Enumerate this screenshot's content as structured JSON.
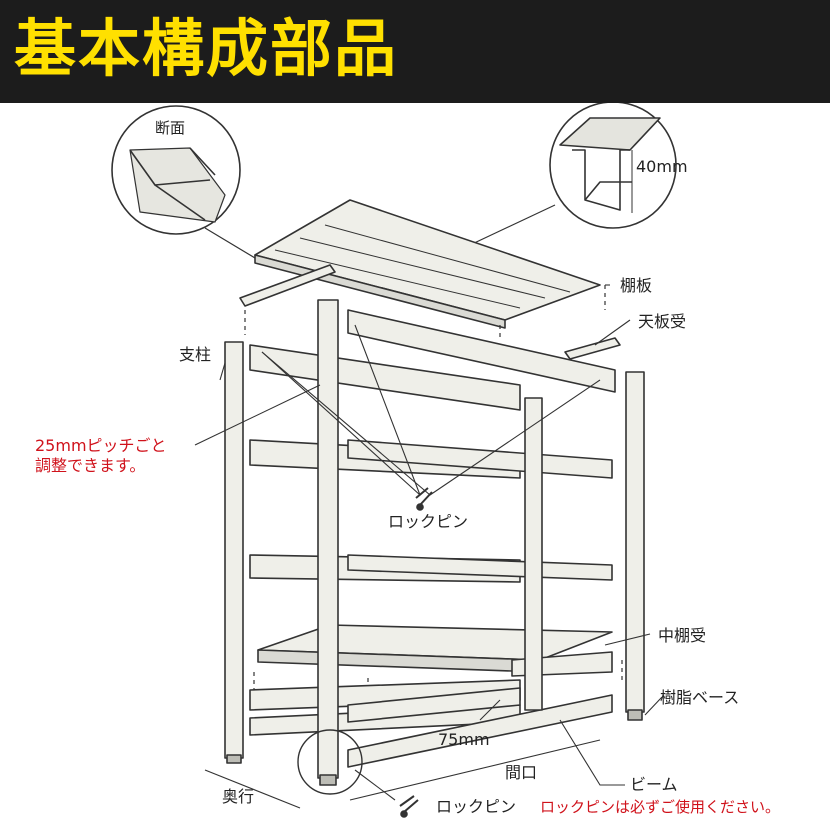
{
  "title": "基本構成部品",
  "labels": {
    "section": "断面",
    "height40": "40mm",
    "shelf_board": "棚板",
    "top_bracket": "天板受",
    "post": "支柱",
    "pitch_line1": "25mmピッチごと",
    "pitch_line2": "調整できます。",
    "lock_pin_center": "ロックピン",
    "middle_bracket": "中棚受",
    "resin_base": "樹脂ベース",
    "pitch75": "75mm",
    "frontage": "間口",
    "beam": "ビーム",
    "depth": "奥行",
    "lock_pin_bottom": "ロックピン",
    "lock_pin_note": "ロックピンは必ずご使用ください。"
  },
  "colors": {
    "header_bg": "#1c1c1c",
    "title": "#ffe000",
    "note_red": "#d0121b",
    "line": "#333333",
    "part_fill": "#efefe9"
  }
}
